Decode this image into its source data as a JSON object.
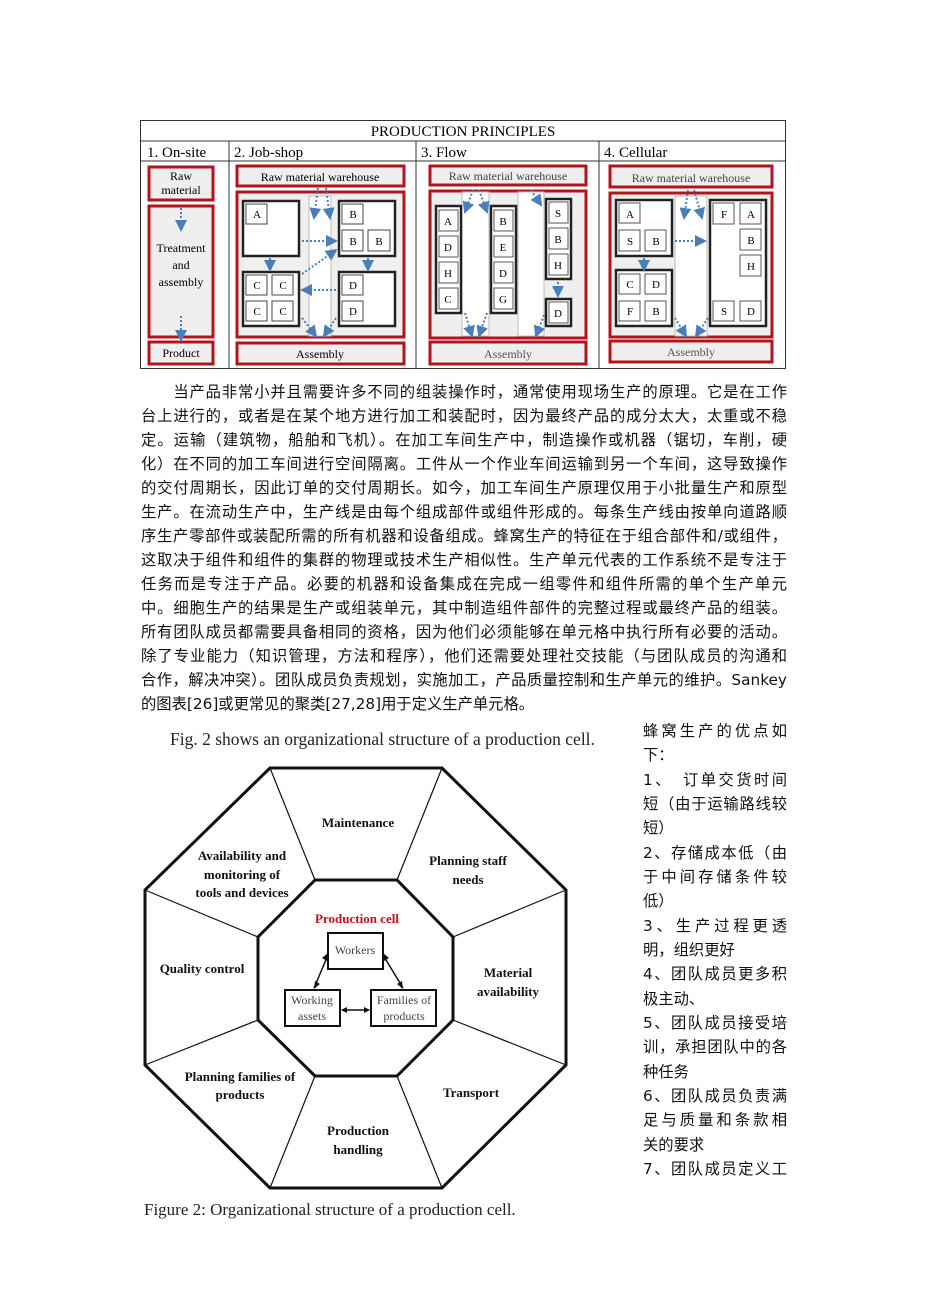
{
  "figure1": {
    "title": "PRODUCTION PRINCIPLES",
    "columns": [
      {
        "header": "1. On-site",
        "top": "Raw material",
        "top_lines": [
          "Raw",
          "material"
        ],
        "middle_lines": [
          "Treatment",
          "and",
          "assembly"
        ],
        "bottom": "Product"
      },
      {
        "header": "2. Job-shop",
        "top": "Raw material warehouse",
        "bottom": "Assembly",
        "cells": [
          "A",
          "B",
          "B",
          "B",
          "C",
          "C",
          "C",
          "C",
          "D",
          "D"
        ]
      },
      {
        "header": "3. Flow",
        "top": "Raw material warehouse",
        "bottom": "Assembly",
        "lines": [
          [
            "A",
            "D",
            "H",
            "C"
          ],
          [
            "B",
            "E",
            "D",
            "G"
          ],
          [
            "S",
            "B",
            "H"
          ],
          [
            "D"
          ]
        ]
      },
      {
        "header": "4. Cellular",
        "top": "Raw material warehouse",
        "bottom": "Assembly",
        "cells": [
          "A",
          "S",
          "B",
          "C",
          "D",
          "F",
          "B",
          "F",
          "A",
          "B",
          "H",
          "S",
          "D"
        ]
      }
    ]
  },
  "paragraph": [
    "　　当产品非常小并且需要许多不同的组装操作时，通常使用现场生产的原理。它是在工作",
    "台上进行的，或者是在某个地方进行加工和装配时，因为最终产品的成分太大，太重或不稳",
    "定。运输（建筑物，船舶和飞机）。在加工车间生产中，制造操作或机器（锯切，车削，硬",
    "化）在不同的加工车间进行空间隔离。工件从一个作业车间运输到另一个车间，这导致操作",
    "的交付周期长，因此订单的交付周期长。如今，加工车间生产原理仅用于小批量生产和原型",
    "生产。在流动生产中，生产线是由每个组成部件或组件形成的。每条生产线由按单向道路顺",
    "序生产零部件或装配所需的所有机器和设备组成。蜂窝生产的特征在于组合部件和/或组件，",
    "这取决于组件和组件的集群的物理或技术生产相似性。生产单元代表的工作系统不是专注于",
    "任务而是专注于产品。必要的机器和设备集成在完成一组零件和组件所需的单个生产单元",
    "中。细胞生产的结果是生产或组装单元，其中制造组件部件的完整过程或最终产品的组装。",
    "所有团队成员都需要具备相同的资格，因为他们必须能够在单元格中执行所有必要的活动。",
    "除了专业能力（知识管理，方法和程序），他们还需要处理社交技能（与团队成员的沟通和",
    "合作，解决冲突）。团队成员负责规划，实施加工，产品质量控制和生产单元的维护。Sankey",
    "的图表[26]或更常见的聚类[27,28]用于定义生产单元格。"
  ],
  "figure2": {
    "intro": "Fig. 2 shows an organizational structure of a production cell.",
    "center_title": "Production cell",
    "center_boxes": [
      "Workers",
      "Working assets",
      "Families of products"
    ],
    "center_box_lines": [
      [
        "Workers"
      ],
      [
        "Working",
        "assets"
      ],
      [
        "Families of",
        "products"
      ]
    ],
    "segments": [
      {
        "label": "Maintenance",
        "lines": [
          "Maintenance"
        ]
      },
      {
        "label": "Planning staff needs",
        "lines": [
          "Planning staff",
          "needs"
        ]
      },
      {
        "label": "Material availability",
        "lines": [
          "Material",
          "availability"
        ]
      },
      {
        "label": "Transport",
        "lines": [
          "Transport"
        ]
      },
      {
        "label": "Production handling",
        "lines": [
          "Production",
          "handling"
        ]
      },
      {
        "label": "Planning families of products",
        "lines": [
          "Planning families of",
          "products"
        ]
      },
      {
        "label": "Quality control",
        "lines": [
          "Quality control"
        ]
      },
      {
        "label": "Availability and monitoring of tools and devices",
        "lines": [
          "Availability and",
          "monitoring of",
          "tools and devices"
        ]
      }
    ],
    "caption": "Figure 2: Organizational structure of a production cell.",
    "accent_color": "#c0121b"
  },
  "advantages": [
    "蜂窝生产的优点如",
    "下：",
    "1、　订单交货时间",
    "短（由于运输路线较",
    "短）",
    "2、存储成本低（由",
    "于中间存储条件较",
    "低）",
    "3、生产过程更透",
    "明，组织更好",
    "4、团队成员更多积",
    "极主动、",
    "5、团队成员接受培",
    "训，承担团队中的各",
    "种任务",
    "6、团队成员负责满",
    "足与质量和条款相",
    "关的要求",
    "7、团队成员定义工"
  ],
  "colors": {
    "frame_red": "#b3141c",
    "arrow_blue": "#4a7ebb",
    "panel_grey": "#efefef"
  }
}
